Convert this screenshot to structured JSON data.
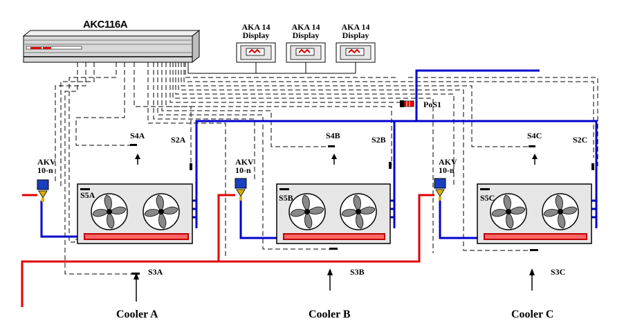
{
  "controller": {
    "label": "AKC116A"
  },
  "displays": [
    {
      "line1": "AKA 14",
      "line2": "Display"
    },
    {
      "line1": "AKA 14",
      "line2": "Display"
    },
    {
      "line1": "AKA 14",
      "line2": "Display"
    }
  ],
  "pressure_sensor": {
    "label": "PoS1"
  },
  "coolers": [
    {
      "name": "Cooler A",
      "valve_line1": "AKV",
      "valve_line2": "10-n",
      "s2": "S2A",
      "s3": "S3A",
      "s4": "S4A",
      "s5": "S5A"
    },
    {
      "name": "Cooler B",
      "valve_line1": "AKV",
      "valve_line2": "10-n",
      "s2": "S2B",
      "s3": "S3B",
      "s4": "S4B",
      "s5": "S5B"
    },
    {
      "name": "Cooler C",
      "valve_line1": "AKV",
      "valve_line2": "10-n",
      "s2": "S2C",
      "s3": "S3C",
      "s4": "S4C",
      "s5": "S5C"
    }
  ],
  "colors": {
    "suction_line": "#0000cc",
    "liquid_line": "#e00000",
    "signal_wire": "#000000",
    "unit_fill": "#e6e6e6"
  }
}
